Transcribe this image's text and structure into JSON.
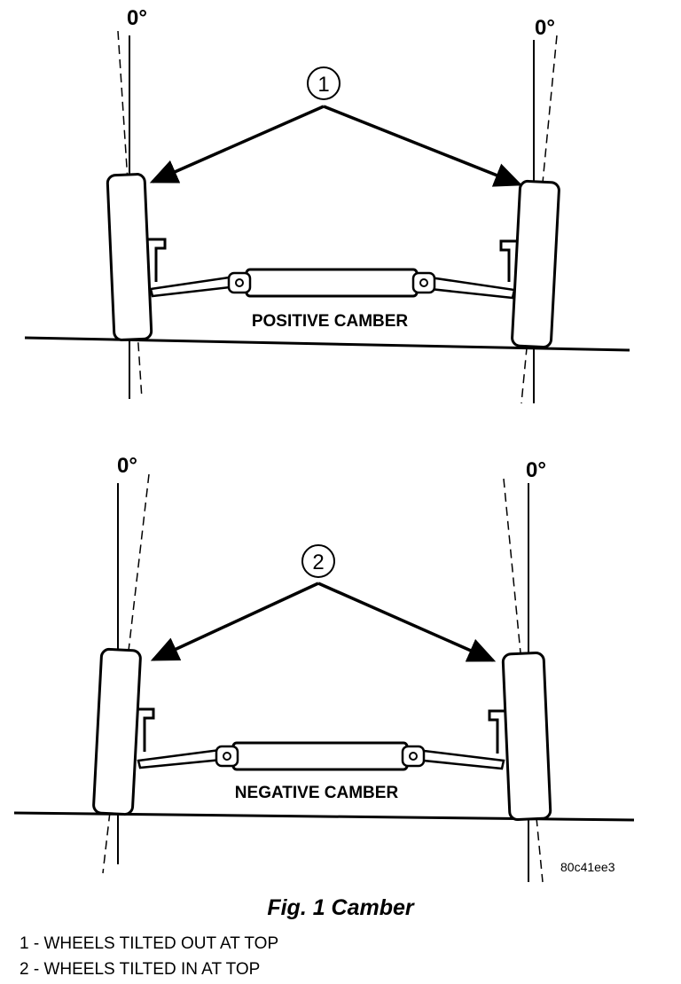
{
  "angle_label": "0°",
  "top_diagram": {
    "callout": "1",
    "label": "POSITIVE CAMBER"
  },
  "bottom_diagram": {
    "callout": "2",
    "label": "NEGATIVE CAMBER"
  },
  "image_code": "80c41ee3",
  "caption": "Fig. 1 Camber",
  "legend": [
    "1 - WHEELS TILTED OUT AT TOP",
    "2 - WHEELS TILTED IN AT TOP"
  ]
}
